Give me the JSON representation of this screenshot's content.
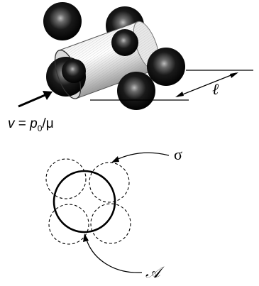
{
  "top": {
    "length_label": "ℓ",
    "velocity_label": {
      "v": "v",
      "eq": " = ",
      "p": "p",
      "sub": "0",
      "slash": "/",
      "mu": "μ"
    }
  },
  "bottom": {
    "sigma_label": "σ",
    "area_label": "𝒜"
  }
}
